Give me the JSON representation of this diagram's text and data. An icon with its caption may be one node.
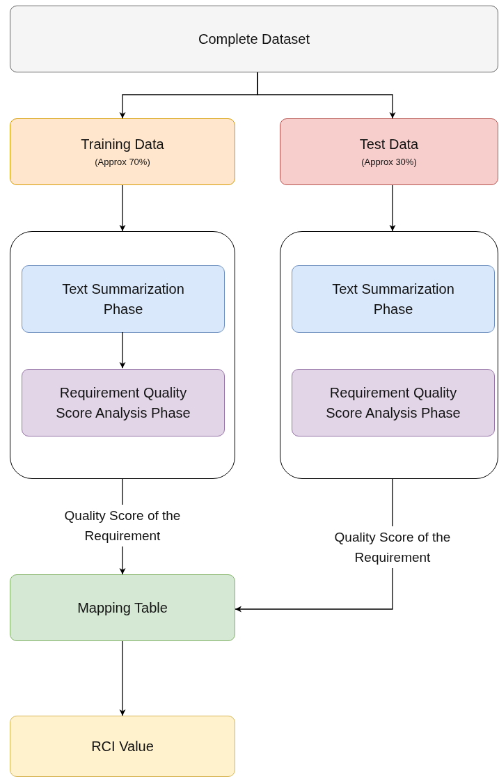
{
  "diagram": {
    "nodes": [
      {
        "text": [
          "Complete Dataset"
        ]
      },
      {
        "text": [
          "Training Data",
          "(Approx 70%)"
        ]
      },
      {
        "text": [
          "Test Data",
          "(Approx 30%)"
        ]
      },
      {
        "text": [],
        "shape": "box"
      },
      {
        "text": [
          "Text Summarization Phase"
        ],
        "in": 3
      },
      {
        "text": [
          "Requirement Quality Score Analysis Phase"
        ],
        "in": 3
      },
      {
        "text": [],
        "shape": "box"
      },
      {
        "text": [
          "Text Summarization Phase"
        ],
        "in": 6
      },
      {
        "text": [
          "Requirement Quality Score Analysis Phase"
        ],
        "in": 6
      },
      {
        "text": [
          "Mapping Table"
        ]
      },
      {
        "text": [
          "RCI Value"
        ]
      }
    ],
    "edges": [
      {
        "from": 0,
        "to": 1,
        "arrow": "to"
      },
      {
        "from": 0,
        "to": 2,
        "arrow": "to"
      },
      {
        "from": 1,
        "to": 3,
        "arrow": "to"
      },
      {
        "from": 2,
        "to": 6,
        "arrow": "to"
      },
      {
        "from": 4,
        "to": 5,
        "arrow": "to"
      },
      {
        "from": 3,
        "to": 9,
        "arrow": "to",
        "label": "Quality Score of the Requirement"
      },
      {
        "from": 6,
        "to": 9,
        "arrow": "to",
        "label": "Quality Score of the Requirement"
      },
      {
        "from": 9,
        "to": 10,
        "arrow": "to"
      }
    ]
  }
}
